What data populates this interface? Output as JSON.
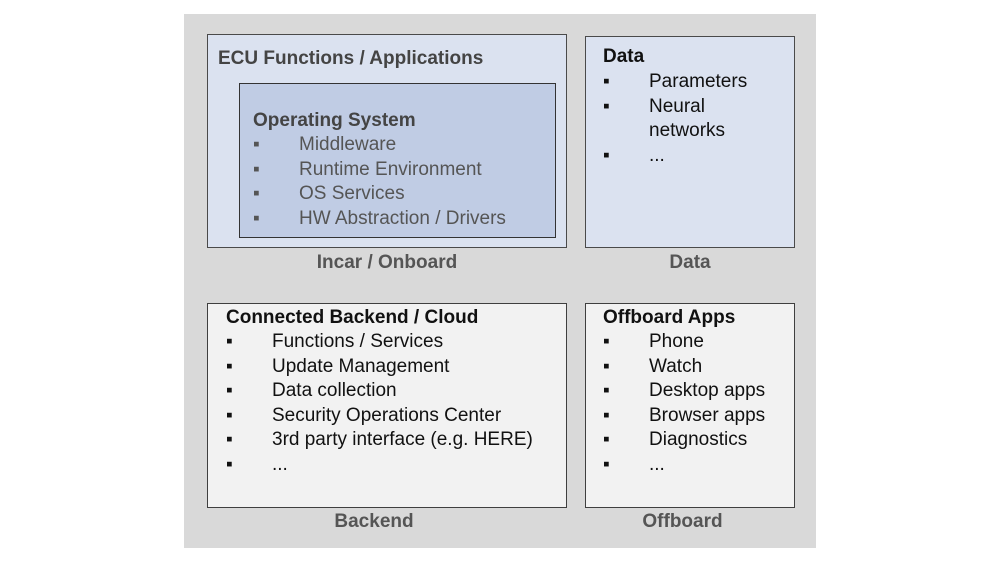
{
  "bullet": "▪",
  "incar": {
    "title": "ECU Functions / Applications",
    "os_title": "Operating System",
    "os_items": [
      "Middleware",
      "Runtime Environment",
      "OS Services",
      "HW Abstraction / Drivers"
    ],
    "caption": "Incar / Onboard"
  },
  "data": {
    "title": "Data",
    "items": [
      "Parameters",
      "Neural\nnetworks",
      "..."
    ],
    "caption": "Data"
  },
  "backend": {
    "title": "Connected Backend / Cloud",
    "items": [
      "Functions / Services",
      "Update Management",
      "Data collection",
      "Security Operations Center",
      "3rd party interface (e.g. HERE)",
      "..."
    ],
    "caption": "Backend"
  },
  "offboard": {
    "title": "Offboard Apps",
    "items": [
      "Phone",
      "Watch",
      "Desktop apps",
      "Browser apps",
      "Diagnostics",
      "..."
    ],
    "caption": "Offboard"
  },
  "colors": {
    "panel": "#d9d9d9",
    "onboard_fill": "#dbe2f0",
    "os_fill": "#c0cce4",
    "offboard_fill": "#f2f2f2"
  }
}
